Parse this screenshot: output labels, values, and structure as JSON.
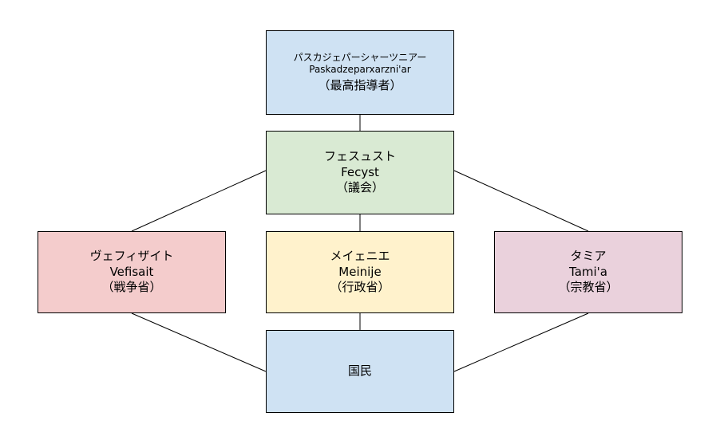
{
  "colors": {
    "blue": "#cfe2f3",
    "green": "#d9ead3",
    "red": "#f4cccc",
    "yellow": "#fff2cc",
    "pink": "#ead1dc",
    "line": "#000000"
  },
  "nodes": {
    "leader": {
      "line1": "パスカジェパーシャーツニアー",
      "line2": "Paskadzeparxarzni'ar",
      "line3": "（最高指導者）",
      "color": "#cfe2f3"
    },
    "council": {
      "line1": "フェスュスト",
      "line2": "Fecyst",
      "line3": "（議会）",
      "color": "#d9ead3"
    },
    "war": {
      "line1": "ヴェフィザイト",
      "line2": "Vefisait",
      "line3": "（戦争省）",
      "color": "#f4cccc"
    },
    "admin": {
      "line1": "メイェニエ",
      "line2": "Meinije",
      "line3": "（行政省）",
      "color": "#fff2cc"
    },
    "religion": {
      "line1": "タミア",
      "line2": "Tami'a",
      "line3": "（宗教省）",
      "color": "#ead1dc"
    },
    "people": {
      "line1": "国民",
      "color": "#cfe2f3"
    }
  }
}
